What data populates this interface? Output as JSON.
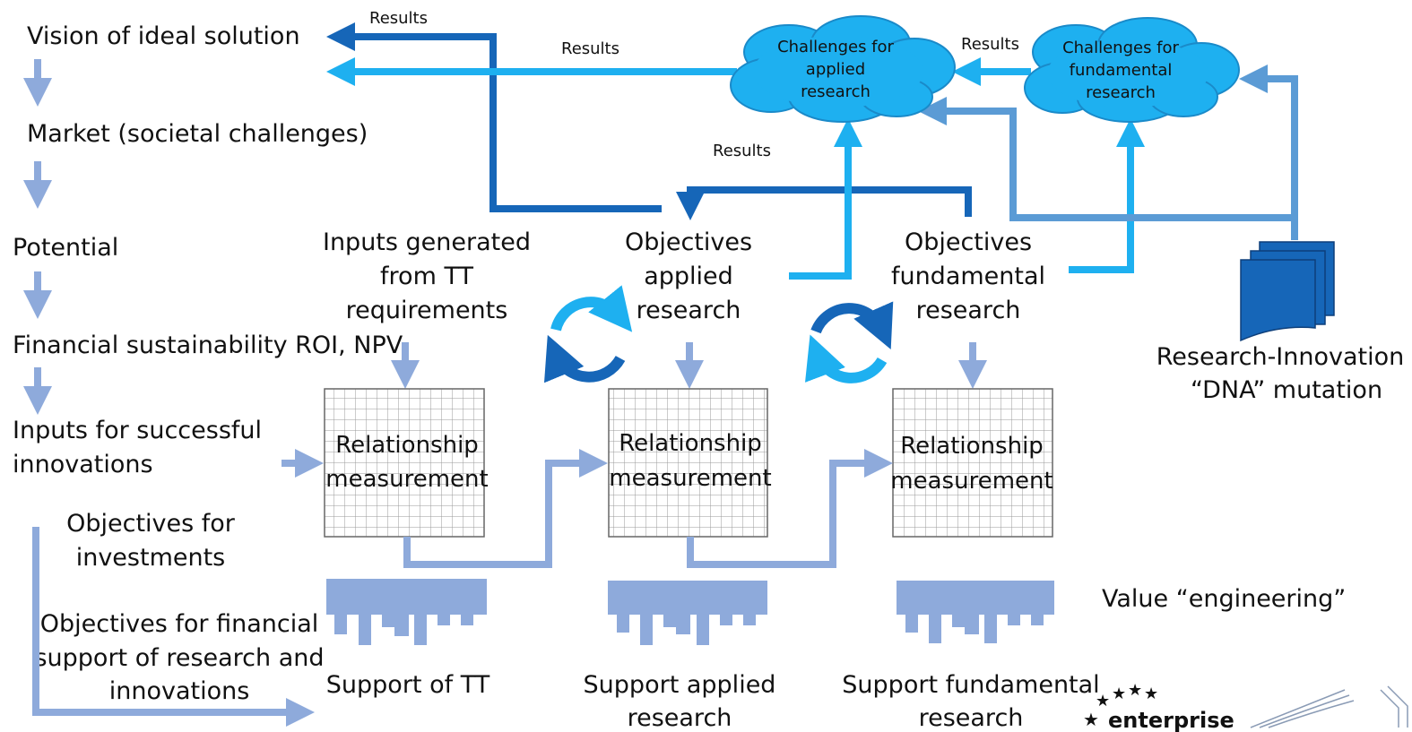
{
  "left_column": {
    "vision": "Vision of ideal solution",
    "market": "Market (societal challenges)",
    "potential": "Potential",
    "financial": "Financial sustainability ROI, NPV",
    "inputs_success": [
      "Inputs for successful",
      "innovations"
    ],
    "objectives_investments": [
      "Objectives for",
      "investments"
    ],
    "objectives_financial": [
      "Objectives for financial",
      "support of research and",
      "innovations"
    ]
  },
  "results_labels": [
    "Results",
    "Results",
    "Results",
    "Results"
  ],
  "clouds": {
    "applied": [
      "Challenges for",
      "applied",
      "research"
    ],
    "fundamental": [
      "Challenges for",
      "fundamental",
      "research"
    ]
  },
  "columns": {
    "tt_header": [
      "Inputs generated",
      "from TT",
      "requirements"
    ],
    "applied_header": [
      "Objectives",
      "applied",
      "research"
    ],
    "fundamental_header": [
      "Objectives",
      "fundamental",
      "research"
    ]
  },
  "boxes": {
    "label_line1": "Relationship",
    "label_line2": "measurement"
  },
  "supports": {
    "tt": [
      "Support of TT"
    ],
    "applied": [
      "Support applied",
      "research"
    ],
    "fundamental": [
      "Support fundamental",
      "research"
    ]
  },
  "dna": [
    "Research-Innovation",
    "“DNA” mutation"
  ],
  "value_engineering": "Value “engineering”",
  "logo": "enterprise",
  "colors": {
    "light_blue_arrow": "#8eaadb",
    "cyan_arrow": "#1eb0f0",
    "dark_blue_arrow": "#1666b8",
    "mid_blue_arrow": "#5b9bd5",
    "cloud_fill": "#1eb0f0",
    "document_fill": "#1666b8"
  }
}
